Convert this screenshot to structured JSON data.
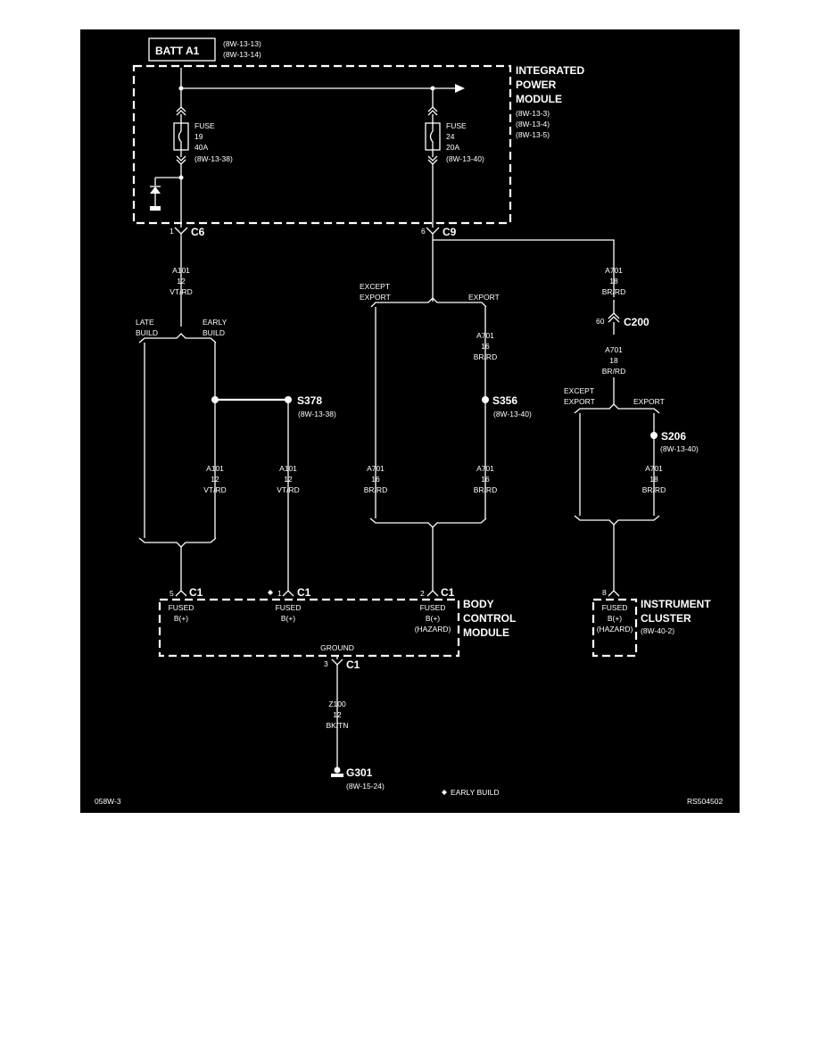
{
  "batt": {
    "label": "BATT A1",
    "refs": [
      "(8W-13-13)",
      "(8W-13-14)"
    ]
  },
  "ipm": {
    "title": [
      "INTEGRATED",
      "POWER",
      "MODULE"
    ],
    "refs": [
      "(8W-13-3)",
      "(8W-13-4)",
      "(8W-13-5)"
    ]
  },
  "fuses": [
    {
      "lines": [
        "FUSE",
        "19",
        "40A",
        "(8W-13-38)"
      ]
    },
    {
      "lines": [
        "FUSE",
        "24",
        "20A",
        "(8W-13-40)"
      ]
    }
  ],
  "connectors": {
    "c6": {
      "pin": "1",
      "name": "C6"
    },
    "c9": {
      "pin": "6",
      "name": "C9"
    },
    "c200": {
      "pin": "60",
      "name": "C200"
    },
    "bcm_c1_5": {
      "pin": "5",
      "name": "C1"
    },
    "bcm_c1_1": {
      "pin": "1",
      "name": "C1"
    },
    "bcm_c1_2": {
      "pin": "2",
      "name": "C1"
    },
    "bcm_c1_3": {
      "pin": "3",
      "name": "C1"
    },
    "ic_8": {
      "pin": "8"
    }
  },
  "wires": {
    "a101_main": [
      "A101",
      "12",
      "VT/RD"
    ],
    "a101_early": [
      "A101",
      "12",
      "VT/RD"
    ],
    "a101_s378": [
      "A101",
      "12",
      "VT/RD"
    ],
    "a701_top": [
      "A701",
      "18",
      "BR/RD"
    ],
    "a701_c200": [
      "A701",
      "18",
      "BR/RD"
    ],
    "a701_export_top": [
      "A701",
      "16",
      "BR/RD"
    ],
    "a701_except": [
      "A701",
      "16",
      "BR/RD"
    ],
    "a701_export_bottom": [
      "A701",
      "16",
      "BR/RD"
    ],
    "a701_s206": [
      "A701",
      "18",
      "BR/RD"
    ],
    "z100": [
      "Z100",
      "12",
      "BK/TN"
    ]
  },
  "branches": {
    "late_build": [
      "LATE",
      "BUILD"
    ],
    "early_build": [
      "EARLY",
      "BUILD"
    ],
    "except_export": [
      "EXCEPT",
      "EXPORT"
    ],
    "export": "EXPORT"
  },
  "splices": {
    "s378": {
      "name": "S378",
      "ref": "(8W-13-38)"
    },
    "s356": {
      "name": "S356",
      "ref": "(8W-13-40)"
    },
    "s206": {
      "name": "S206",
      "ref": "(8W-13-40)"
    }
  },
  "bcm": {
    "title": [
      "BODY",
      "CONTROL",
      "MODULE"
    ],
    "pins": [
      [
        "FUSED",
        "B(+)"
      ],
      [
        "FUSED",
        "B(+)"
      ],
      [
        "FUSED",
        "B(+)",
        "(HAZARD)"
      ]
    ],
    "ground": "GROUND"
  },
  "ic": {
    "title": [
      "INSTRUMENT",
      "CLUSTER"
    ],
    "ref": "(8W-40-2)",
    "pin_label": [
      "FUSED",
      "B(+)",
      "(HAZARD)"
    ]
  },
  "ground_point": {
    "name": "G301",
    "ref": "(8W-15-24)"
  },
  "legend": "EARLY BUILD",
  "footer": {
    "left": "058W-3",
    "right": "RS504502"
  }
}
